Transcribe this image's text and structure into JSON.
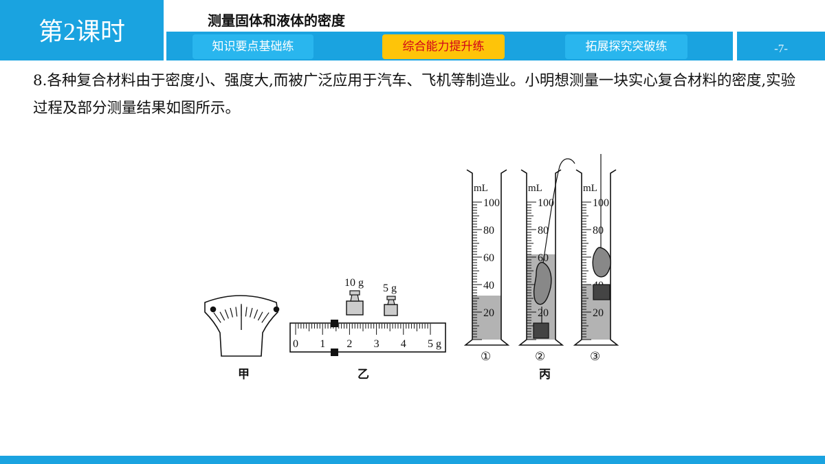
{
  "header": {
    "lesson": "第2课时",
    "topic": "测量固体和液体的密度",
    "tabs": [
      {
        "label": "知识要点基础练",
        "active": false
      },
      {
        "label": "综合能力提升练",
        "active": true
      },
      {
        "label": "拓展探究突破练",
        "active": false
      }
    ],
    "page": "-7-"
  },
  "question": {
    "text": "8.各种复合材料由于密度小、强度大,而被广泛应用于汽车、飞机等制造业。小明想测量一块实心复合材料的密度,实验过程及部分测量结果如图所示。"
  },
  "figure": {
    "jia_label": "甲",
    "yi_label": "乙",
    "bing_label": "丙",
    "weights": [
      "10 g",
      "5 g"
    ],
    "scale_ticks": [
      "0",
      "1",
      "2",
      "3",
      "4",
      "5 g"
    ],
    "cylinder_unit": "mL",
    "cylinder_ticks": [
      "100",
      "80",
      "60",
      "40",
      "20"
    ],
    "cylinder_labels": [
      "①",
      "②",
      "③"
    ],
    "cylinder_levels_ml": [
      32,
      62,
      40
    ]
  },
  "colors": {
    "accent": "#1aa3e0",
    "tab": "#29b6ee",
    "active_tab": "#fec409",
    "active_text": "#d0021b",
    "liquid": "#b3b3b3"
  }
}
